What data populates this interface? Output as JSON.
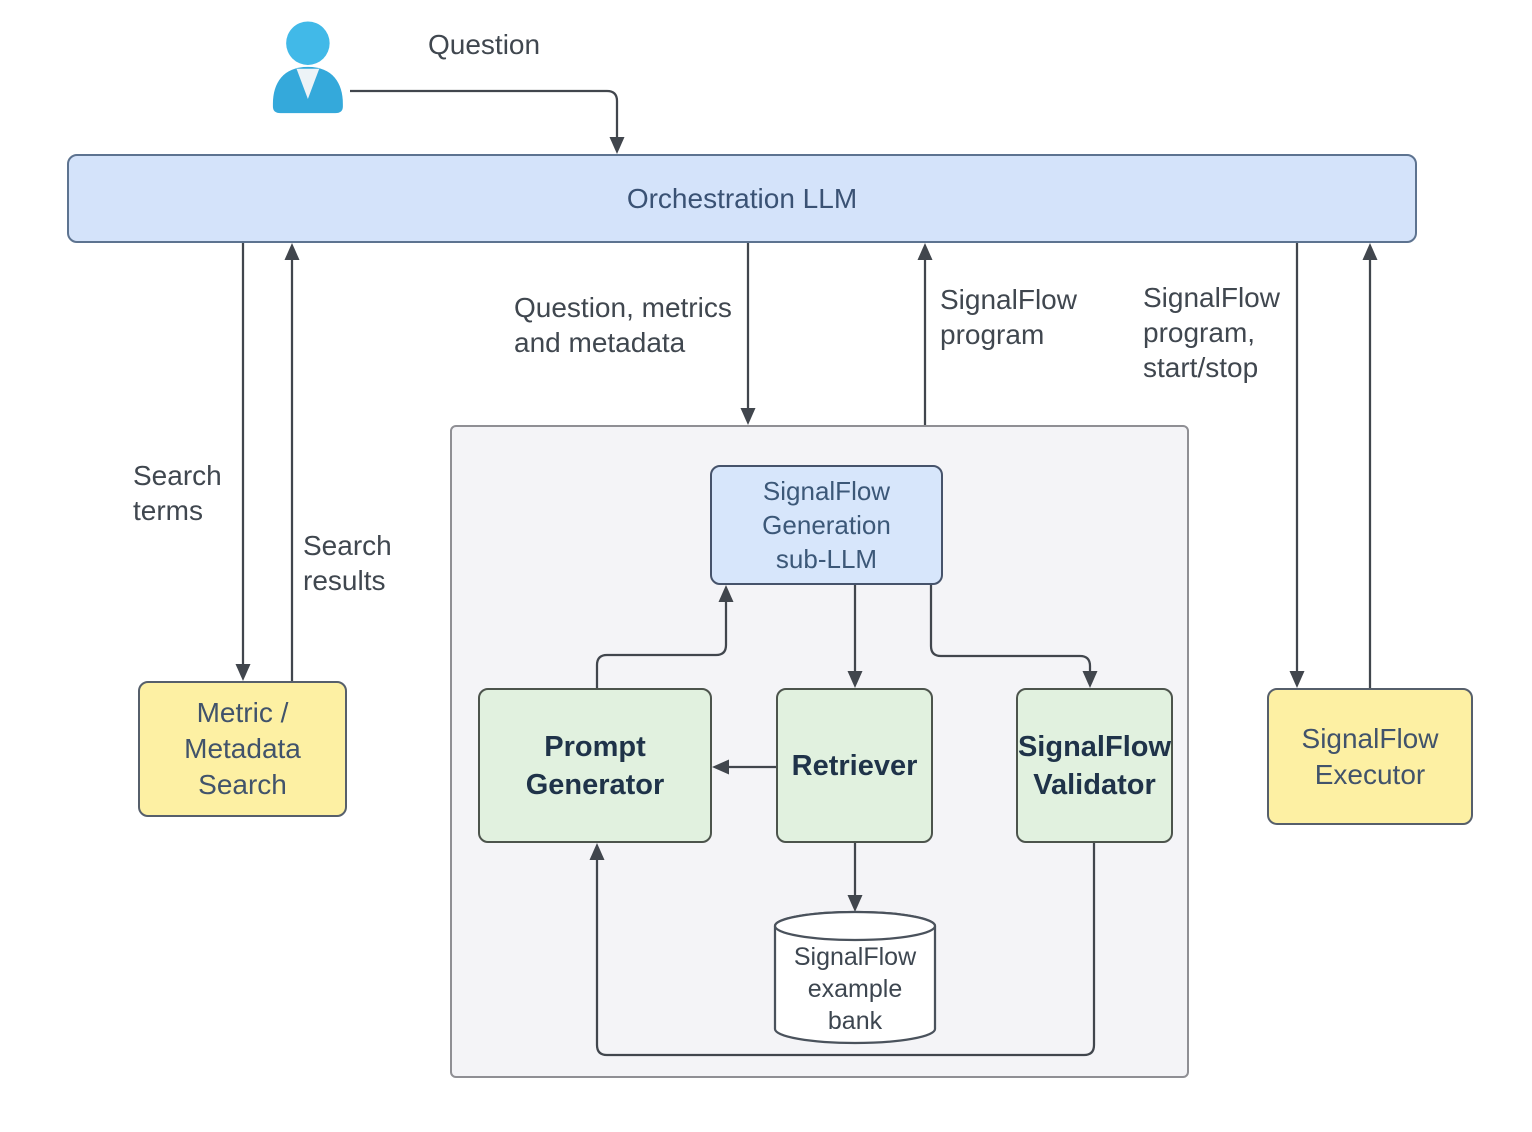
{
  "palette": {
    "blue_fill": "#d4e3fa",
    "blue_border": "#5d7390",
    "subllm_fill": "#d7e6fb",
    "green_fill": "#e1f1df",
    "green_border": "#4c544c",
    "yellow_fill": "#fdf0a3",
    "container_fill": "#f4f4f7",
    "container_border": "#8f8f94",
    "connector_color": "#41464d",
    "label_text": "#40474f",
    "dark_box_text": "#1f3349",
    "blue_box_text": "#3c5878",
    "actor_blue": "#3eb5e6"
  },
  "actor": {
    "icon": "person-icon",
    "label": "Question"
  },
  "nodes": {
    "orchestration_llm": {
      "label": "Orchestration LLM"
    },
    "metric_metadata_search": {
      "label": "Metric /\nMetadata\nSearch"
    },
    "signalflow_generation_subllm": {
      "label": "SignalFlow\nGeneration\nsub-LLM"
    },
    "prompt_generator": {
      "label": "Prompt\nGenerator"
    },
    "retriever": {
      "label": "Retriever"
    },
    "signalflow_validator": {
      "label": "SignalFlow\nValidator"
    },
    "signalflow_example_bank": {
      "label": "SignalFlow\nexample\nbank"
    },
    "signalflow_executor": {
      "label": "SignalFlow\nExecutor"
    }
  },
  "edge_labels": {
    "question": "Question",
    "search_terms": "Search\nterms",
    "search_results": "Search\nresults",
    "question_metrics_metadata": "Question, metrics\nand metadata",
    "signalflow_program": "SignalFlow\nprogram",
    "signalflow_program_startstop": "SignalFlow\nprogram,\nstart/stop"
  }
}
